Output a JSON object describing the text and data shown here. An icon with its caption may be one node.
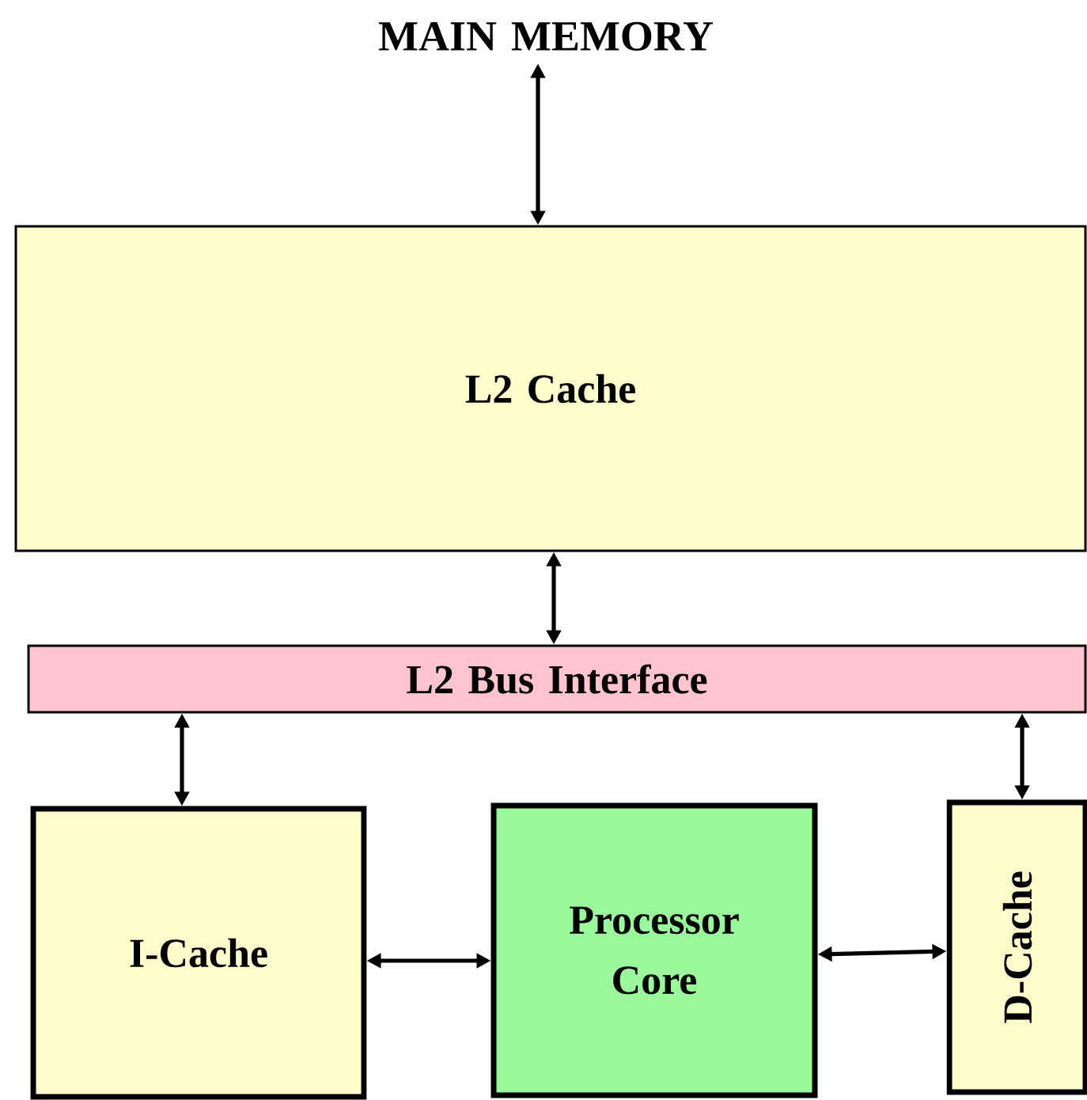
{
  "diagram": {
    "nodes": [
      {
        "text": [
          "MAIN MEMORY"
        ]
      },
      {
        "text": [
          "L2 Cache"
        ]
      },
      {
        "text": [
          "L2 Bus Interface"
        ]
      },
      {
        "text": [
          "I-Cache"
        ]
      },
      {
        "text": [
          "Processor Core"
        ]
      },
      {
        "text": [
          "D-Cache"
        ]
      }
    ],
    "edges": [
      {
        "from": 0,
        "to": 1,
        "arrow": "both"
      },
      {
        "from": 1,
        "to": 2,
        "arrow": "both"
      },
      {
        "from": 2,
        "to": 3,
        "arrow": "both"
      },
      {
        "from": 2,
        "to": 5,
        "arrow": "both"
      },
      {
        "from": 3,
        "to": 4,
        "arrow": "both"
      },
      {
        "from": 4,
        "to": 5,
        "arrow": "both"
      }
    ]
  }
}
